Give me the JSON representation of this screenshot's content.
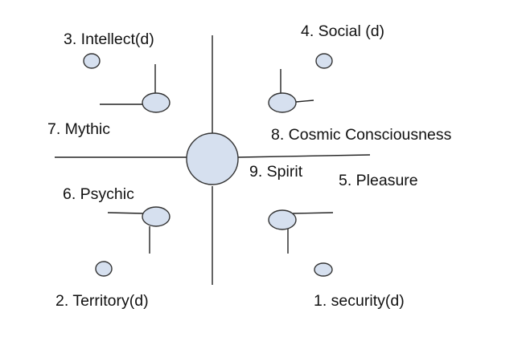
{
  "labels": {
    "security": "1. security(d)",
    "territory": "2. Territory(d)",
    "intellect": "3. Intellect(d)",
    "social": "4. Social (d)",
    "pleasure": "5. Pleasure",
    "psychic": "6. Psychic",
    "mythic": "7. Mythic",
    "cosmic": "8. Cosmic Consciousness",
    "spirit": "9. Spirit"
  },
  "colors": {
    "node_fill": "#d6e0ef",
    "node_stroke": "#333333",
    "line": "#222222"
  }
}
